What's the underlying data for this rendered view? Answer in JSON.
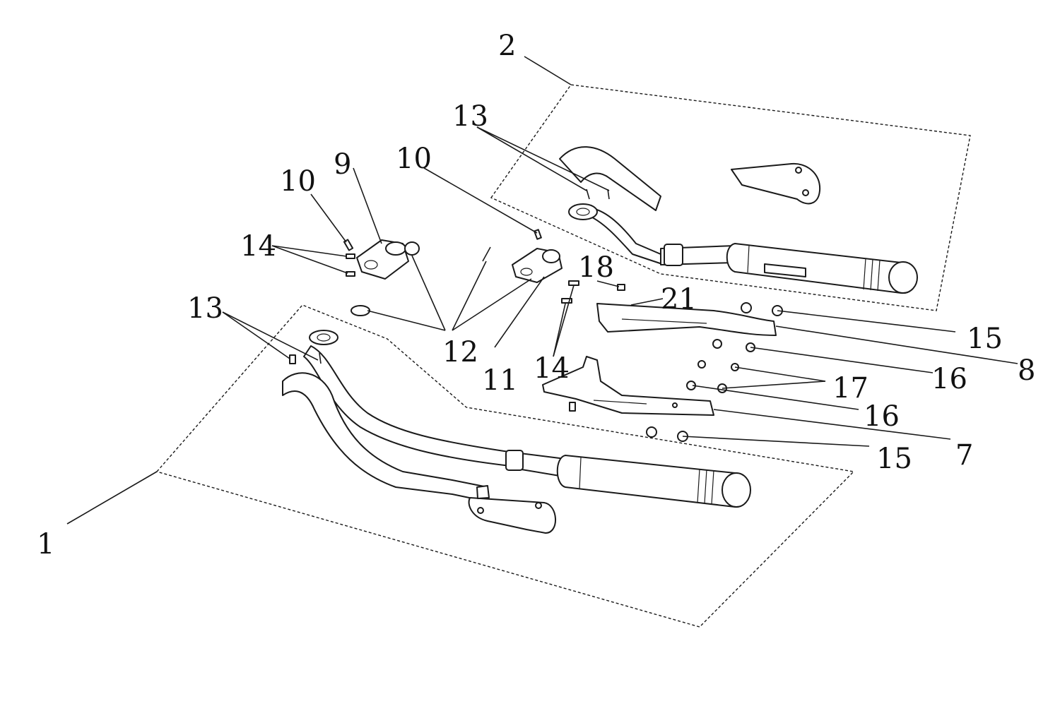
{
  "callouts": {
    "c1": "1",
    "c2": "2",
    "c7": "7",
    "c8": "8",
    "c9": "9",
    "c10a": "10",
    "c10b": "10",
    "c11": "11",
    "c12": "12",
    "c13a": "13",
    "c13b": "13",
    "c14a": "14",
    "c14b": "14",
    "c15a": "15",
    "c15b": "15",
    "c16a": "16",
    "c16b": "16",
    "c17": "17",
    "c18": "18",
    "c21": "21"
  }
}
